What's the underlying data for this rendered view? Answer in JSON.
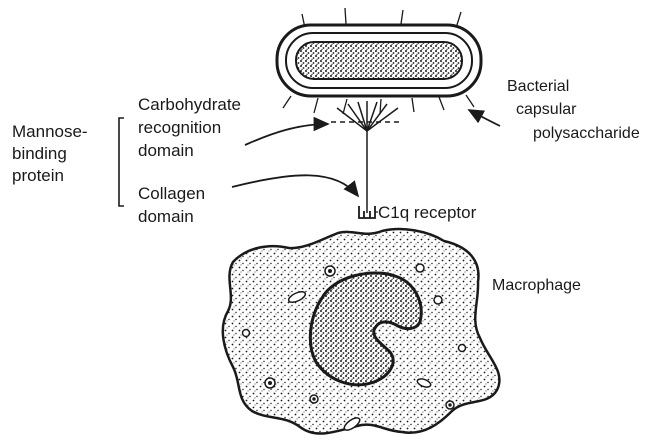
{
  "labels": {
    "mbp_line1": "Mannose-",
    "mbp_line2": "binding",
    "mbp_line3": "protein",
    "crd_line1": "Carbohydrate",
    "crd_line2": "recognition",
    "crd_line3": "domain",
    "collagen_line1": "Collagen",
    "collagen_line2": "domain",
    "receptor": "C1q receptor",
    "bact_line1": "Bacterial",
    "bact_line2": "capsular",
    "bact_line3": "polysaccharide",
    "macrophage": "Macrophage"
  },
  "colors": {
    "ink": "#1a1a1a",
    "background": "#ffffff"
  }
}
